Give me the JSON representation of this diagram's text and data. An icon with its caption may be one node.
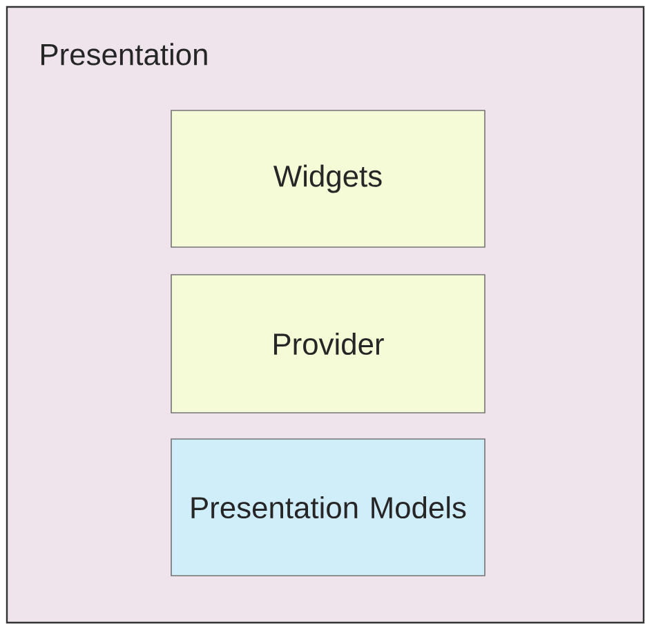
{
  "diagram": {
    "nodes": [
      {
        "text": [
          "Presentation"
        ]
      },
      {
        "text": [
          "Widgets"
        ],
        "in": 0
      },
      {
        "text": [
          "Provider"
        ],
        "in": 0
      },
      {
        "text": [
          "Presentation Models"
        ],
        "in": 0
      }
    ]
  }
}
